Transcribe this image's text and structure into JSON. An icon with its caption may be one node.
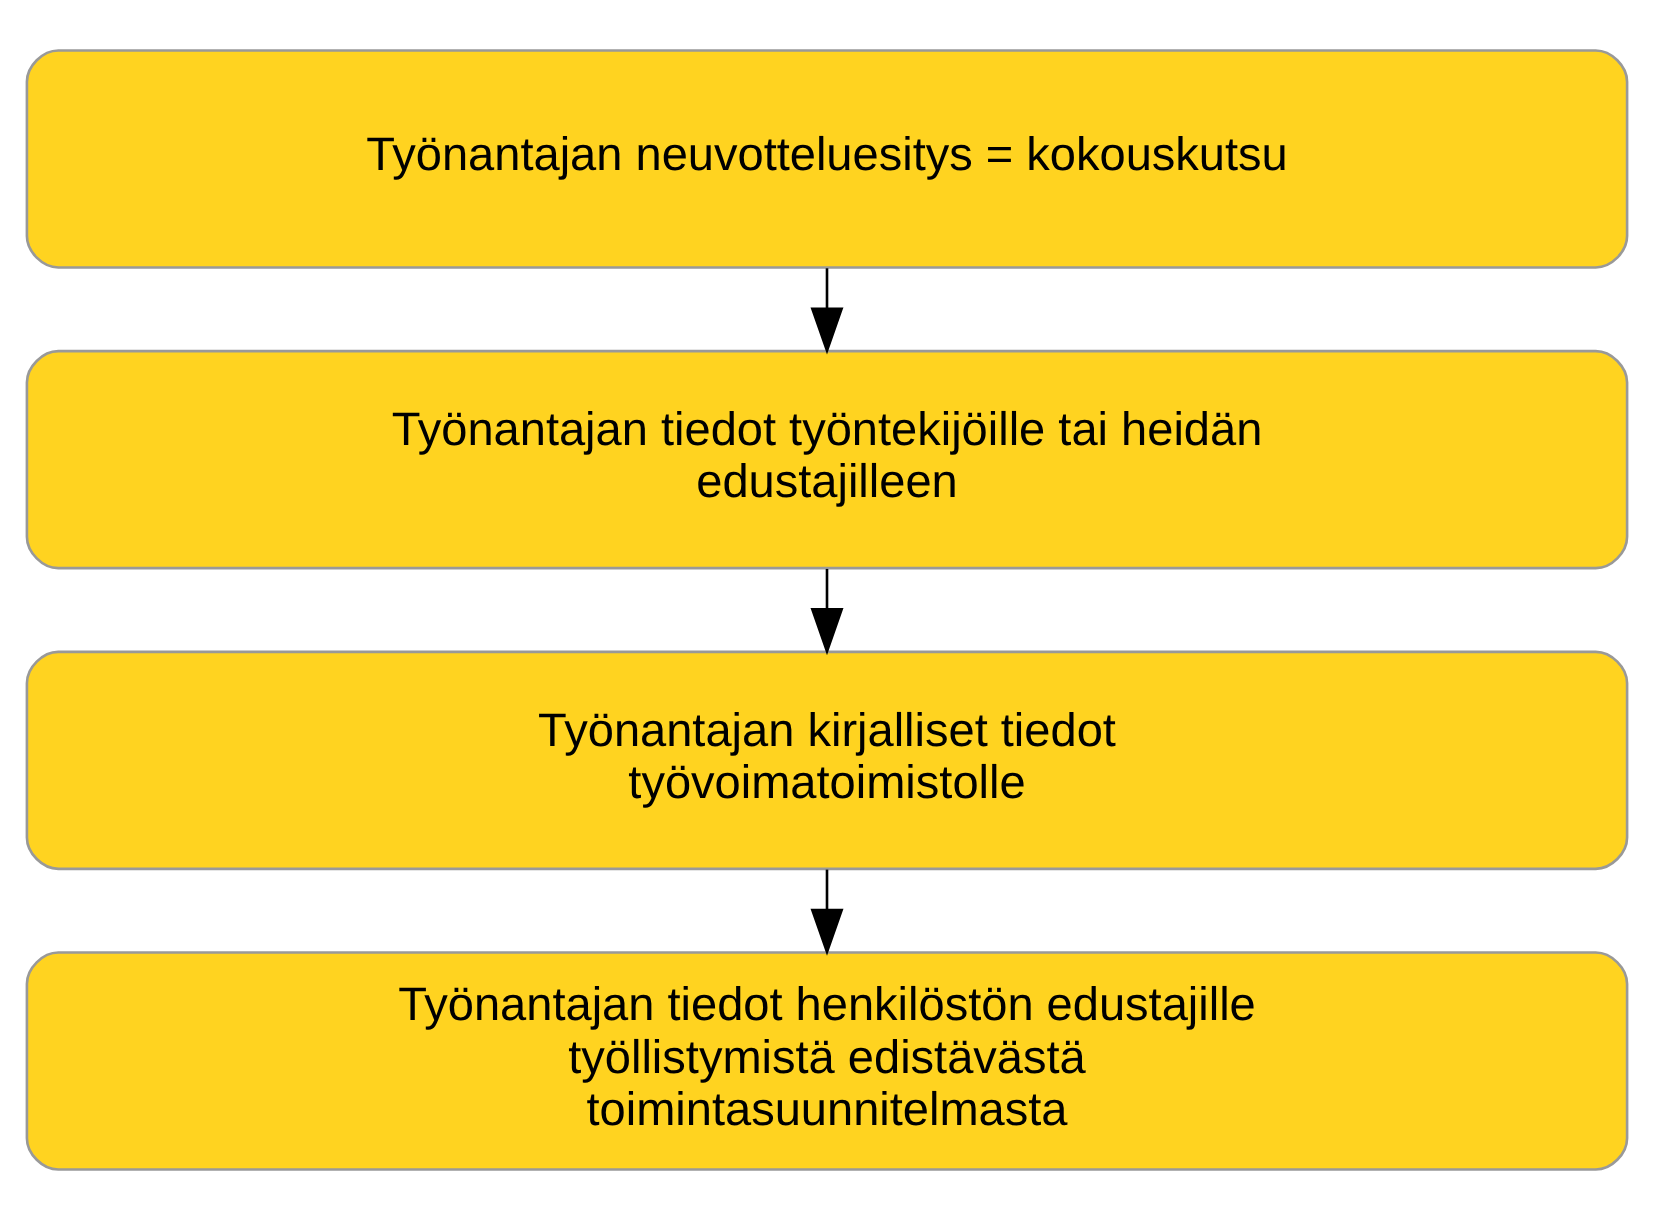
{
  "diagram": {
    "nodes": [
      {
        "text": [
          "Työnantajan neuvotteluesitys = kokouskutsu"
        ]
      },
      {
        "text": [
          "Työnantajan tiedot työntekijöille tai heidän edustajilleen"
        ]
      },
      {
        "text": [
          "Työnantajan kirjalliset tiedot työvoimatoimistolle"
        ]
      },
      {
        "text": [
          "Työnantajan tiedot henkilöstön edustajille työllistymistä edistävästä toimintasuunnitelmasta"
        ]
      }
    ],
    "edges": [
      {
        "from": 0,
        "to": 1,
        "arrow": "to"
      },
      {
        "from": 1,
        "to": 2,
        "arrow": "to"
      },
      {
        "from": 2,
        "to": 3,
        "arrow": "to"
      }
    ]
  }
}
